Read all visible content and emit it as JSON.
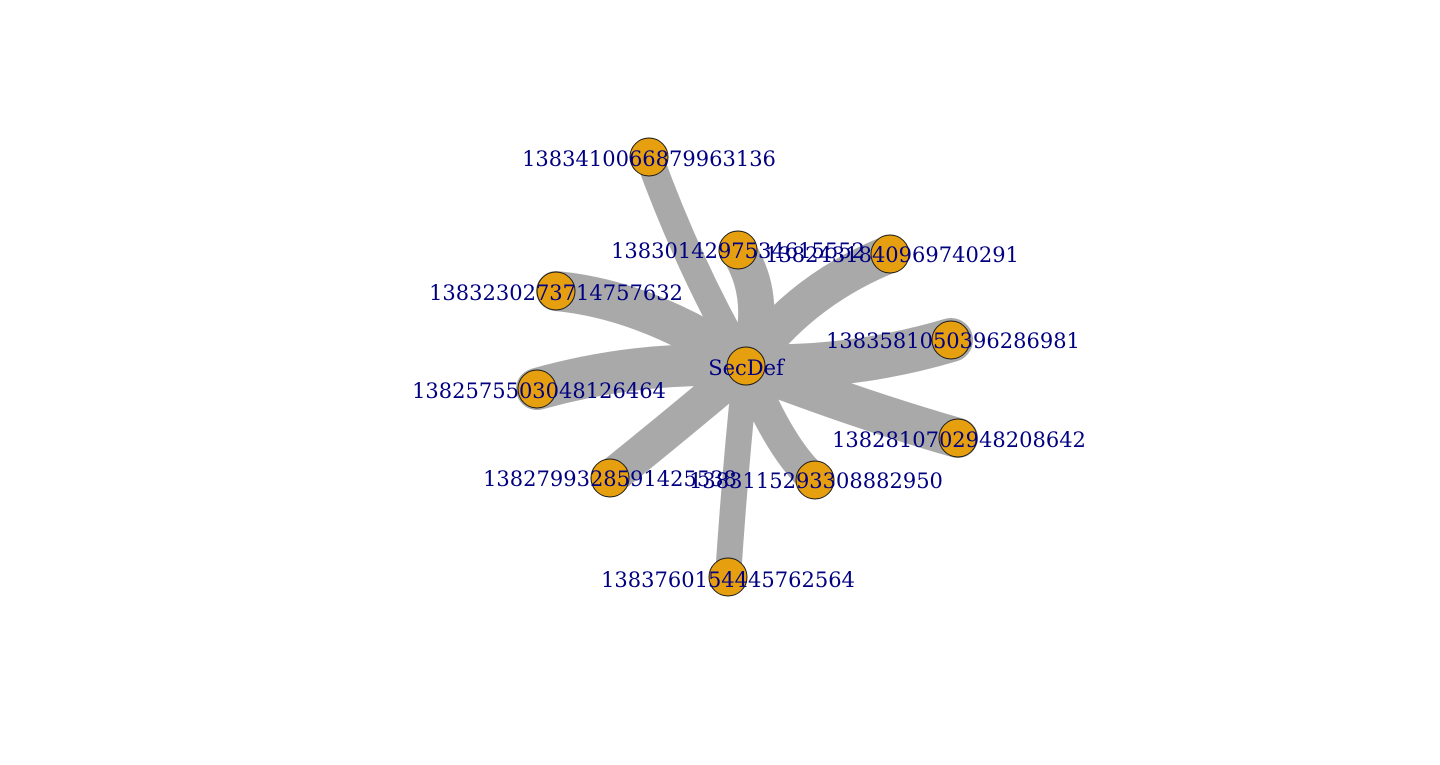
{
  "graph": {
    "colors": {
      "edge": "#a9a9a9",
      "node_fill": "#e6a00f",
      "node_border": "#1a1a1a",
      "label": "#000080",
      "background": "#ffffff"
    },
    "center": {
      "id": "secdef",
      "label": "SecDef"
    },
    "nodes": [
      {
        "id": "n1",
        "label": "13834100668799631​36"
      },
      {
        "id": "n2",
        "label": "1383014297534615552"
      },
      {
        "id": "n3",
        "label": "1382431840969740291"
      },
      {
        "id": "n4",
        "label": "1383230273714757632"
      },
      {
        "id": "n5",
        "label": "1383581050396286981"
      },
      {
        "id": "n6",
        "label": "1382575503048126464"
      },
      {
        "id": "n7",
        "label": "1382810702948208642"
      },
      {
        "id": "n8",
        "label": "1382799328591425538"
      },
      {
        "id": "n9",
        "label": "1383115293308882950"
      },
      {
        "id": "n10",
        "label": "1383760154445762564"
      }
    ],
    "edges": [
      {
        "from": "secdef",
        "to": "n1"
      },
      {
        "from": "secdef",
        "to": "n2"
      },
      {
        "from": "secdef",
        "to": "n3"
      },
      {
        "from": "secdef",
        "to": "n4"
      },
      {
        "from": "secdef",
        "to": "n5"
      },
      {
        "from": "secdef",
        "to": "n6"
      },
      {
        "from": "secdef",
        "to": "n7"
      },
      {
        "from": "secdef",
        "to": "n8"
      },
      {
        "from": "secdef",
        "to": "n9"
      },
      {
        "from": "secdef",
        "to": "n10"
      }
    ]
  }
}
